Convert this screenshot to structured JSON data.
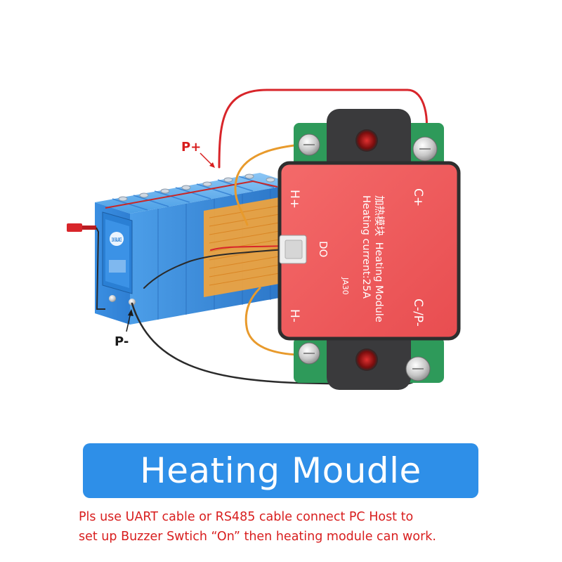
{
  "labels": {
    "p_plus": "P+",
    "p_minus": "P-"
  },
  "module": {
    "chinese_title": "加热模块",
    "title_line1": "Heating Module",
    "title_line2": "Heating current:25A",
    "model": "JA30",
    "terminal_h_plus": "H+",
    "terminal_h_minus": "H-",
    "terminal_c_plus": "C+",
    "terminal_c_minus": "C-/P-",
    "port_do": "DO"
  },
  "bms": {
    "brand_logo_text": "100 BALANCE"
  },
  "banner": {
    "title": "Heating Moudle"
  },
  "note": {
    "line1": "Pls use UART cable or RS485 cable connect PC Host to",
    "line2": "set up Buzzer Swtich “On” then heating module can work."
  },
  "colors": {
    "banner_bg": "#2e8fe8",
    "note_text": "#d81e1e",
    "label_red": "#d81e1e",
    "module_red": "#f0595a",
    "battery_blue": "#3a8fe0",
    "heater_orange": "#f0a23a",
    "wire_red": "#d8252a",
    "wire_orange": "#e89a2c",
    "wire_black": "#2a2a2a"
  }
}
